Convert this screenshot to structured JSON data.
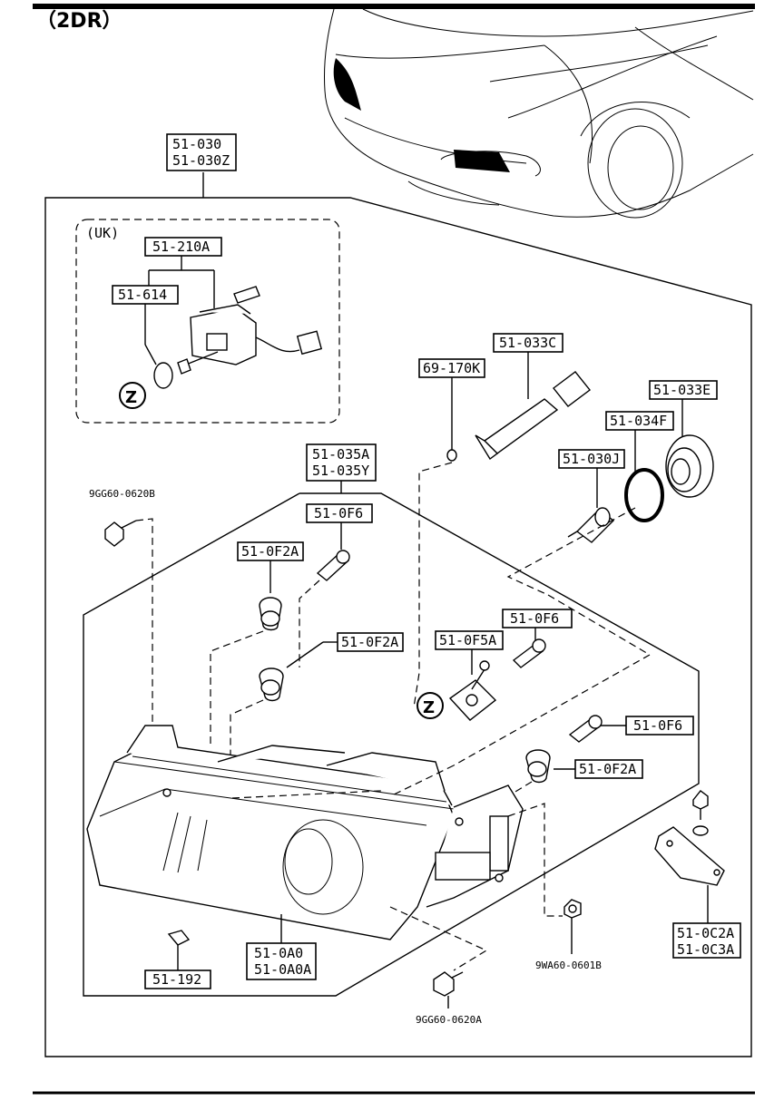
{
  "header": {
    "variant_label": "（2DR）"
  },
  "group_assembly": {
    "line1": "51-030",
    "line2": "51-030Z"
  },
  "uk_section": {
    "region_label": "(UK)",
    "motor_part": "51-210A",
    "oring_part": "51-614",
    "z_marker": "Z"
  },
  "headlamp_unit": {
    "line1": "51-0A0",
    "line2": "51-0A0A"
  },
  "lens_assembly": {
    "line1": "51-035A",
    "line2": "51-035Y"
  },
  "parts": {
    "socket": "51-033C",
    "small_bulb": "69-170K",
    "cap": "51-033E",
    "oring": "51-034F",
    "bulb": "51-030J",
    "screw_top": "51-0F6",
    "clip_left_top": "51-0F2A",
    "clip_left_mid": "51-0F2A",
    "adjuster": "51-0F5A",
    "screw_mid": "51-0F6",
    "screw_right": "51-0F6",
    "clip_right": "51-0F2A",
    "bolt_top_left": "9GG60-0620B",
    "bolt_bottom": "9GG60-0620A",
    "nut": "9WA60-0601B",
    "bracket_line1": "51-0C2A",
    "bracket_line2": "51-0C3A",
    "retainer": "51-192",
    "z_marker_main": "Z"
  }
}
